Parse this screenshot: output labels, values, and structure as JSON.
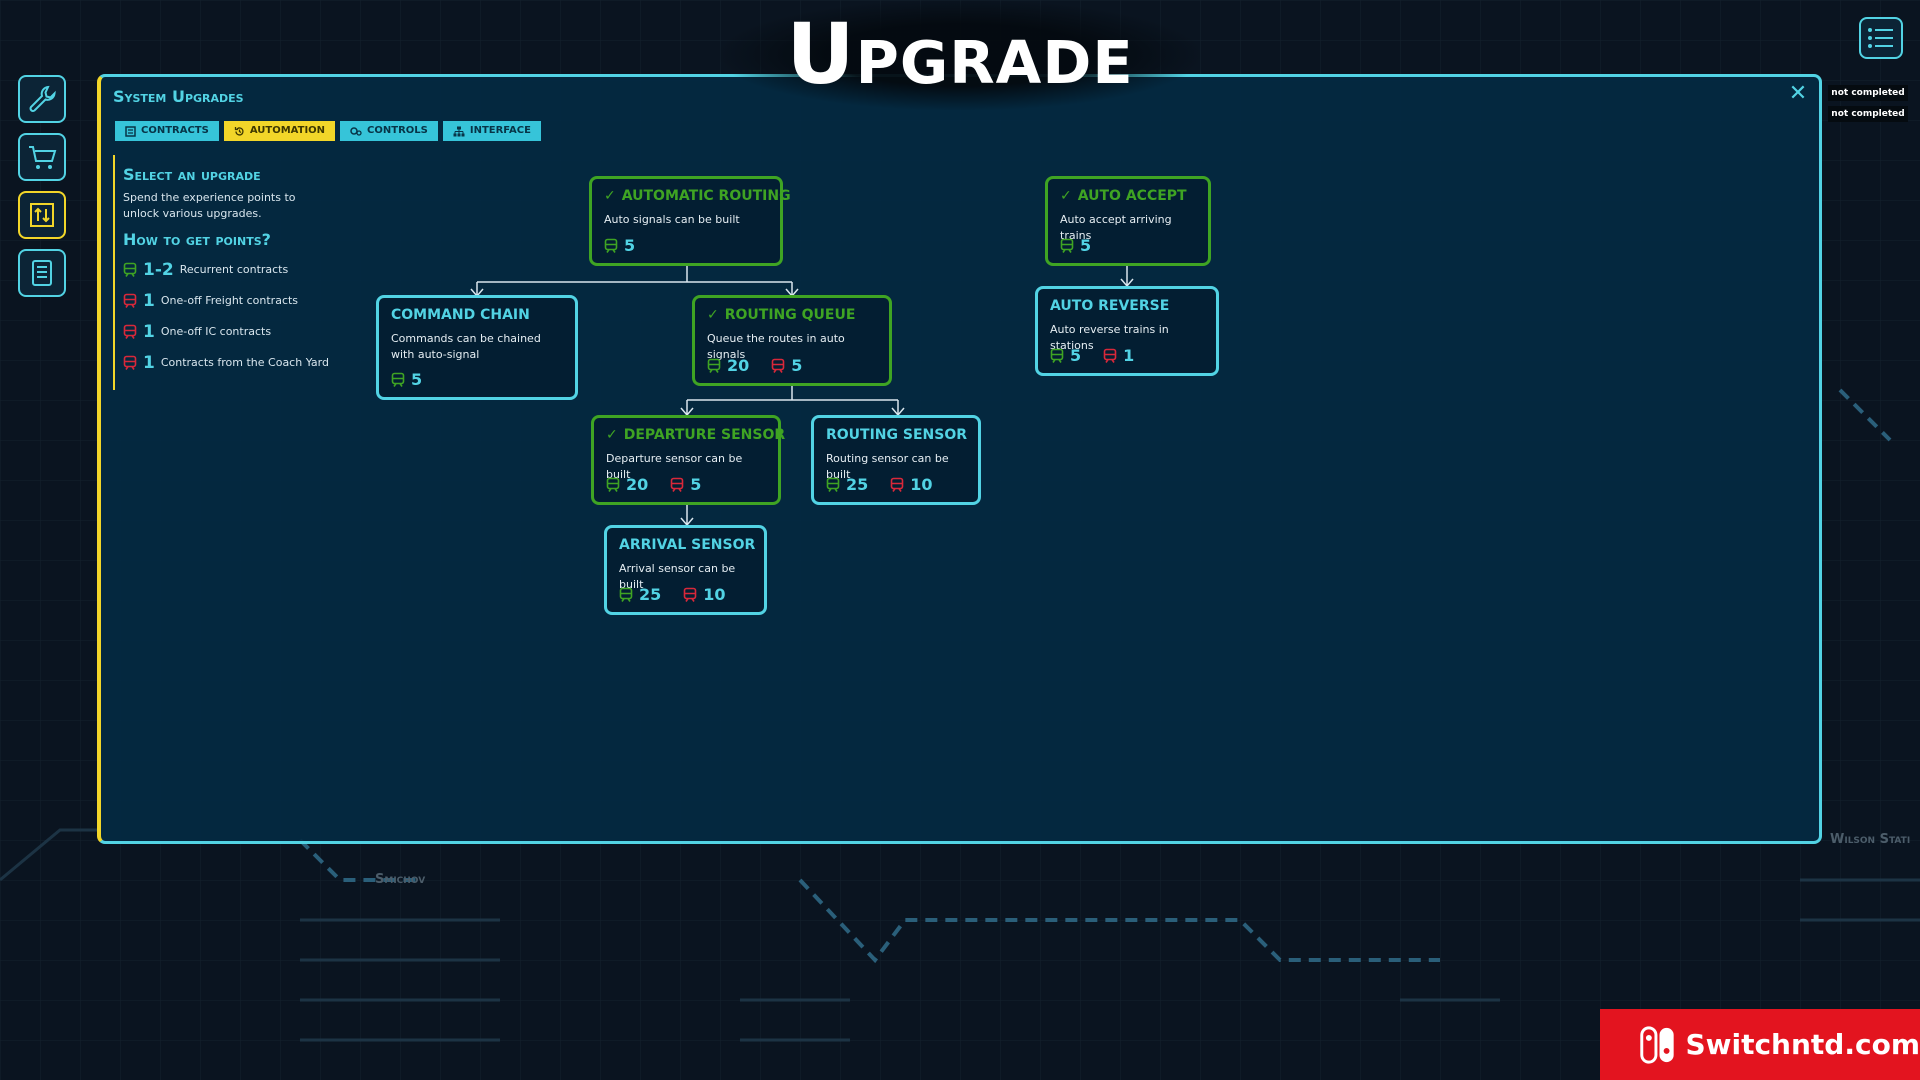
{
  "page": {
    "title": "Upgrade"
  },
  "colors": {
    "accent": "#52d3e4",
    "active": "#f2d629",
    "completed": "#3fa423",
    "red_points": "#d8283a",
    "green_points": "#3fa423"
  },
  "status_chips": [
    "not completed",
    "not completed"
  ],
  "map_labels": [
    "Smichov",
    "Wilson Stati"
  ],
  "sidebar": [
    {
      "icon": "wrench-icon"
    },
    {
      "icon": "cart-icon"
    },
    {
      "icon": "upgrade-icon",
      "active": true
    },
    {
      "icon": "book-icon"
    }
  ],
  "panel": {
    "title": "System Upgrades",
    "tabs": [
      {
        "label": "CONTRACTS",
        "icon": "contracts-icon",
        "active": false
      },
      {
        "label": "AUTOMATION",
        "icon": "automation-icon",
        "active": true
      },
      {
        "label": "CONTROLS",
        "icon": "controls-icon",
        "active": false
      },
      {
        "label": "INTERFACE",
        "icon": "interface-icon",
        "active": false
      }
    ]
  },
  "info": {
    "heading": "Select an upgrade",
    "text": "Spend the experience points to unlock various upgrades.",
    "points_heading": "How to get points?",
    "points": [
      {
        "amount": "1-2",
        "label": "Recurrent contracts",
        "type": "green"
      },
      {
        "amount": "1",
        "label": "One-off Freight contracts",
        "type": "red"
      },
      {
        "amount": "1",
        "label": "One-off IC contracts",
        "type": "red"
      },
      {
        "amount": "1",
        "label": "Contracts from the Coach Yard",
        "type": "red"
      }
    ]
  },
  "upgrades": [
    {
      "id": "automatic-routing",
      "title": "AUTOMATIC ROUTING",
      "desc": "Auto signals can be built",
      "completed": true,
      "cost_green": "5",
      "cost_red": ""
    },
    {
      "id": "command-chain",
      "title": "COMMAND CHAIN",
      "desc": "Commands can be chained with auto-signal",
      "completed": false,
      "cost_green": "5",
      "cost_red": ""
    },
    {
      "id": "routing-queue",
      "title": "ROUTING QUEUE",
      "desc": "Queue the routes in auto signals",
      "completed": true,
      "cost_green": "20",
      "cost_red": "5"
    },
    {
      "id": "departure-sensor",
      "title": "DEPARTURE SENSOR",
      "desc": "Departure sensor can be built",
      "completed": true,
      "cost_green": "20",
      "cost_red": "5"
    },
    {
      "id": "routing-sensor",
      "title": "ROUTING SENSOR",
      "desc": "Routing sensor can be built",
      "completed": false,
      "cost_green": "25",
      "cost_red": "10"
    },
    {
      "id": "arrival-sensor",
      "title": "ARRIVAL SENSOR",
      "desc": "Arrival sensor can be built",
      "completed": false,
      "cost_green": "25",
      "cost_red": "10"
    },
    {
      "id": "auto-accept",
      "title": "AUTO ACCEPT",
      "desc": "Auto accept arriving trains",
      "completed": true,
      "cost_green": "5",
      "cost_red": ""
    },
    {
      "id": "auto-reverse",
      "title": "AUTO REVERSE",
      "desc": "Auto reverse trains in stations",
      "completed": false,
      "cost_green": "5",
      "cost_red": "1"
    }
  ],
  "watermark": {
    "text": "Switchntd.com"
  }
}
